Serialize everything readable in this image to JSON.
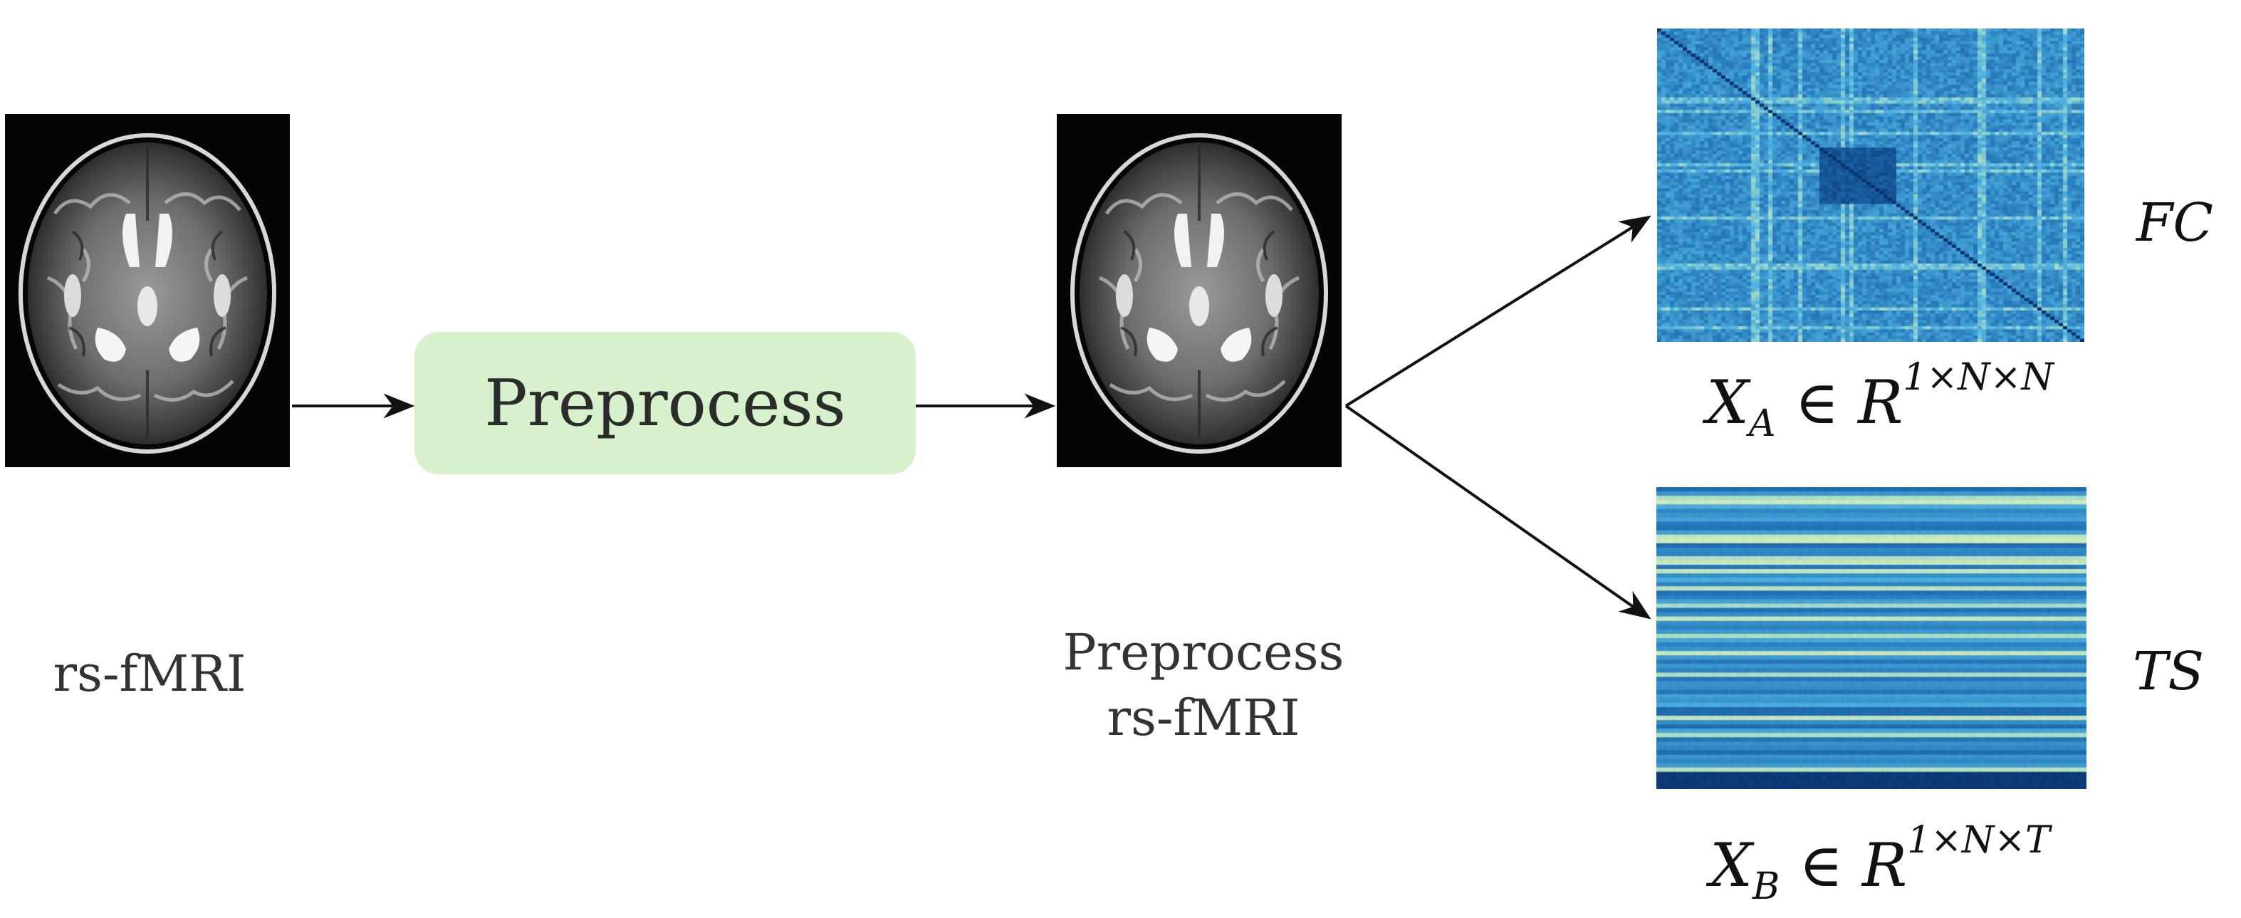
{
  "input_image": {
    "label": "rs-fMRI"
  },
  "process_box": {
    "label": "Preprocess"
  },
  "output_image": {
    "label_line1": "Preprocess",
    "label_line2": "rs-fMRI"
  },
  "fc_matrix": {
    "label": "FC",
    "formula": {
      "var": "X",
      "sub": "A",
      "rel": "∈",
      "set": "R",
      "sup": "1×N×N"
    }
  },
  "ts_matrix": {
    "label": "TS",
    "formula": {
      "var": "X",
      "sub": "B",
      "rel": "∈",
      "set": "R",
      "sup": "1×N×T"
    }
  },
  "colors": {
    "box_fill": "#d7f1cc",
    "heat_dark": "#08306b",
    "heat_mid": "#2171b5",
    "heat_light": "#4fb3e0",
    "heat_pale": "#edf8b1",
    "arrow": "#111111"
  }
}
